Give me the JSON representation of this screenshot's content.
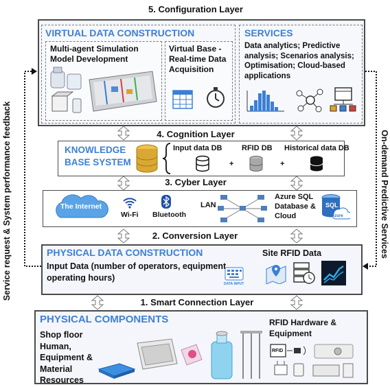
{
  "layers": {
    "l5": "5. Configuration Layer",
    "l4": "4. Cognition Layer",
    "l3": "3. Cyber Layer",
    "l2": "2. Conversion Layer",
    "l1": "1. Smart Connection Layer"
  },
  "config": {
    "vdc_title": "VIRTUAL DATA CONSTRUCTION",
    "mas_text": "Multi-agent Simulation Model Development",
    "vbase_text": "Virtual Base - Real-time Data Acquisition",
    "services_title": "SERVICES",
    "services_text": "Data analytics; Predictive analysis; Scenarios analysis; Optimisation; Cloud-based applications"
  },
  "cognition": {
    "kb_title_1": "KNOWLEDGE",
    "kb_title_2": "BASE SYSTEM",
    "db1": "Input data DB",
    "db2": "RFID DB",
    "db3": "Historical data DB",
    "plus": "+"
  },
  "cyber": {
    "internet": "The Internet",
    "wifi": "Wi-Fi",
    "bluetooth": "Bluetooth",
    "lan": "LAN",
    "azure_1": "Azure SQL",
    "azure_2": "Database &",
    "azure_3": "Cloud",
    "sql": "SQL",
    "azure_badge": "Azure"
  },
  "conversion": {
    "pdc_title": "PHYSICAL DATA CONSTRUCTION",
    "input_text": "Input Data (number of operators, equipment, operating hours)",
    "rfid_title": "Site RFID Data",
    "data_input_label": "DATA INPUT"
  },
  "physical": {
    "title": "PHYSICAL COMPONENTS",
    "shop_text": "Shop floor Human, Equipment & Material Resources",
    "rfid_text": "RFID Hardware & Equipment",
    "rfid_tag": "RFID"
  },
  "side": {
    "left": "Service request & System performance feedback",
    "right": "On-demand Predictive Services"
  },
  "colors": {
    "accent": "#3d7fd4",
    "cloud": "#5aa3e6",
    "db_gold": "#d9a834"
  }
}
